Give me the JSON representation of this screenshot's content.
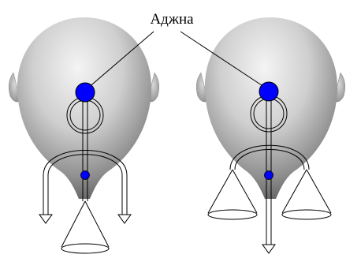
{
  "label": {
    "text": "Аджна"
  },
  "colors": {
    "point": "#0000ff",
    "line": "#000000",
    "head_light": "#f2f2f2",
    "head_mid": "#b5b5b5",
    "head_dark": "#6f6f6f",
    "background": "#ffffff"
  },
  "figures": [
    {
      "name": "left-head",
      "lower_structure": "cone"
    },
    {
      "name": "right-head",
      "lower_structure": "two-cones-and-arrow"
    }
  ]
}
